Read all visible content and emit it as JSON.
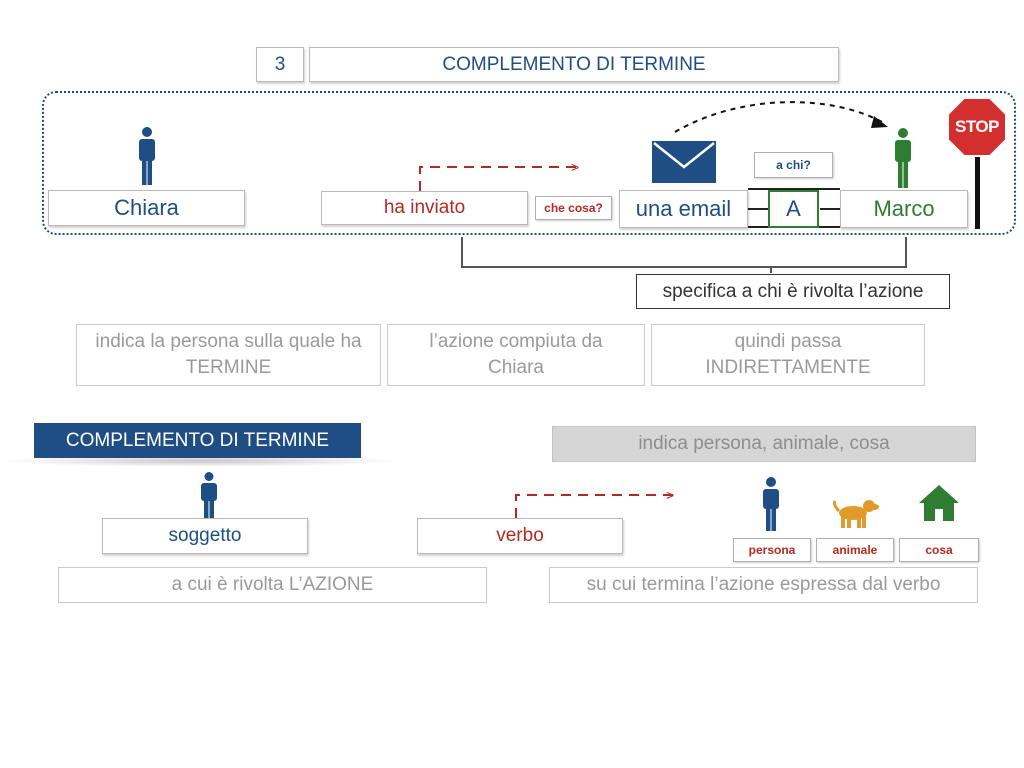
{
  "header": {
    "number": "3",
    "title": "COMPLEMENTO DI TERMINE"
  },
  "example": {
    "subject": "Chiara",
    "verb": "ha inviato",
    "question_what": "che cosa?",
    "object": "una email",
    "question_whom": "a chi?",
    "preposition": "A",
    "recipient": "Marco",
    "stop_sign": "STOP",
    "explanation": "specifica a chi è rivolta l’azione"
  },
  "notes": [
    "indica la persona sulla quale ha TERMINE",
    "l’azione compiuta da Chiara",
    "quindi passa INDIRETTAMENTE"
  ],
  "summary": {
    "label": "COMPLEMENTO DI TERMINE",
    "indicates": "indica persona, animale, cosa",
    "subject": "soggetto",
    "verb": "verbo",
    "categories": [
      "persona",
      "animale",
      "cosa"
    ],
    "subject_desc": "a cui è rivolta L’AZIONE",
    "verb_desc": "su cui termina l’azione espressa dal verbo"
  },
  "colors": {
    "blue": "#1f4e84",
    "red": "#b22a22",
    "green": "#2e7d32",
    "stop": "#d32f2f",
    "dog": "#e39a2c",
    "gray_text": "#9a9a9a"
  },
  "icons": [
    "person-icon",
    "envelope-icon",
    "stop-sign-icon",
    "dog-icon",
    "house-icon"
  ]
}
